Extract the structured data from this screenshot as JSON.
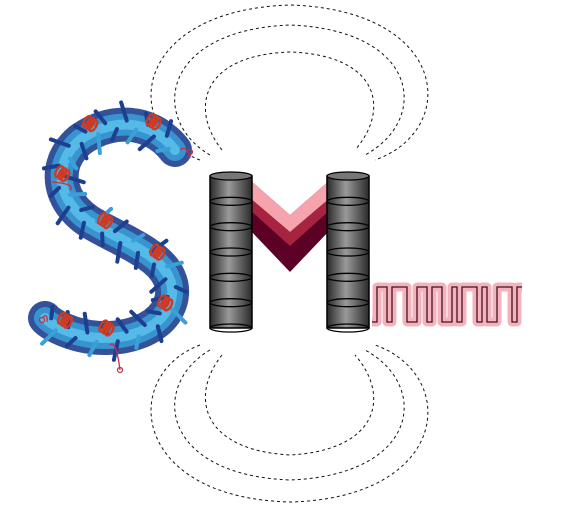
{
  "figure": {
    "background": "#ffffff",
    "magnet_color_top": "#2a2a2a",
    "magnet_color_mid": "#8c8c8c",
    "magnet_stack_segments": 6,
    "chevron_dark": "#5c0025",
    "chevron_light": "#f5a3ad",
    "trace_dark": "#4a1020",
    "trace_band": "#f3b3bc",
    "protein_blue_dark": "#1d3f8f",
    "protein_blue_light": "#3aa0d8",
    "protein_helix": "#cf3a25",
    "protein_loop": "#c0304a",
    "field_line_color": "#111111",
    "trace_levels": [
      0,
      1,
      1,
      0,
      1,
      1,
      1,
      0,
      0,
      1,
      1,
      0,
      1,
      1,
      0,
      0,
      1,
      0,
      1,
      1,
      1,
      0,
      1,
      0,
      0,
      1,
      1,
      1,
      0,
      1
    ]
  }
}
